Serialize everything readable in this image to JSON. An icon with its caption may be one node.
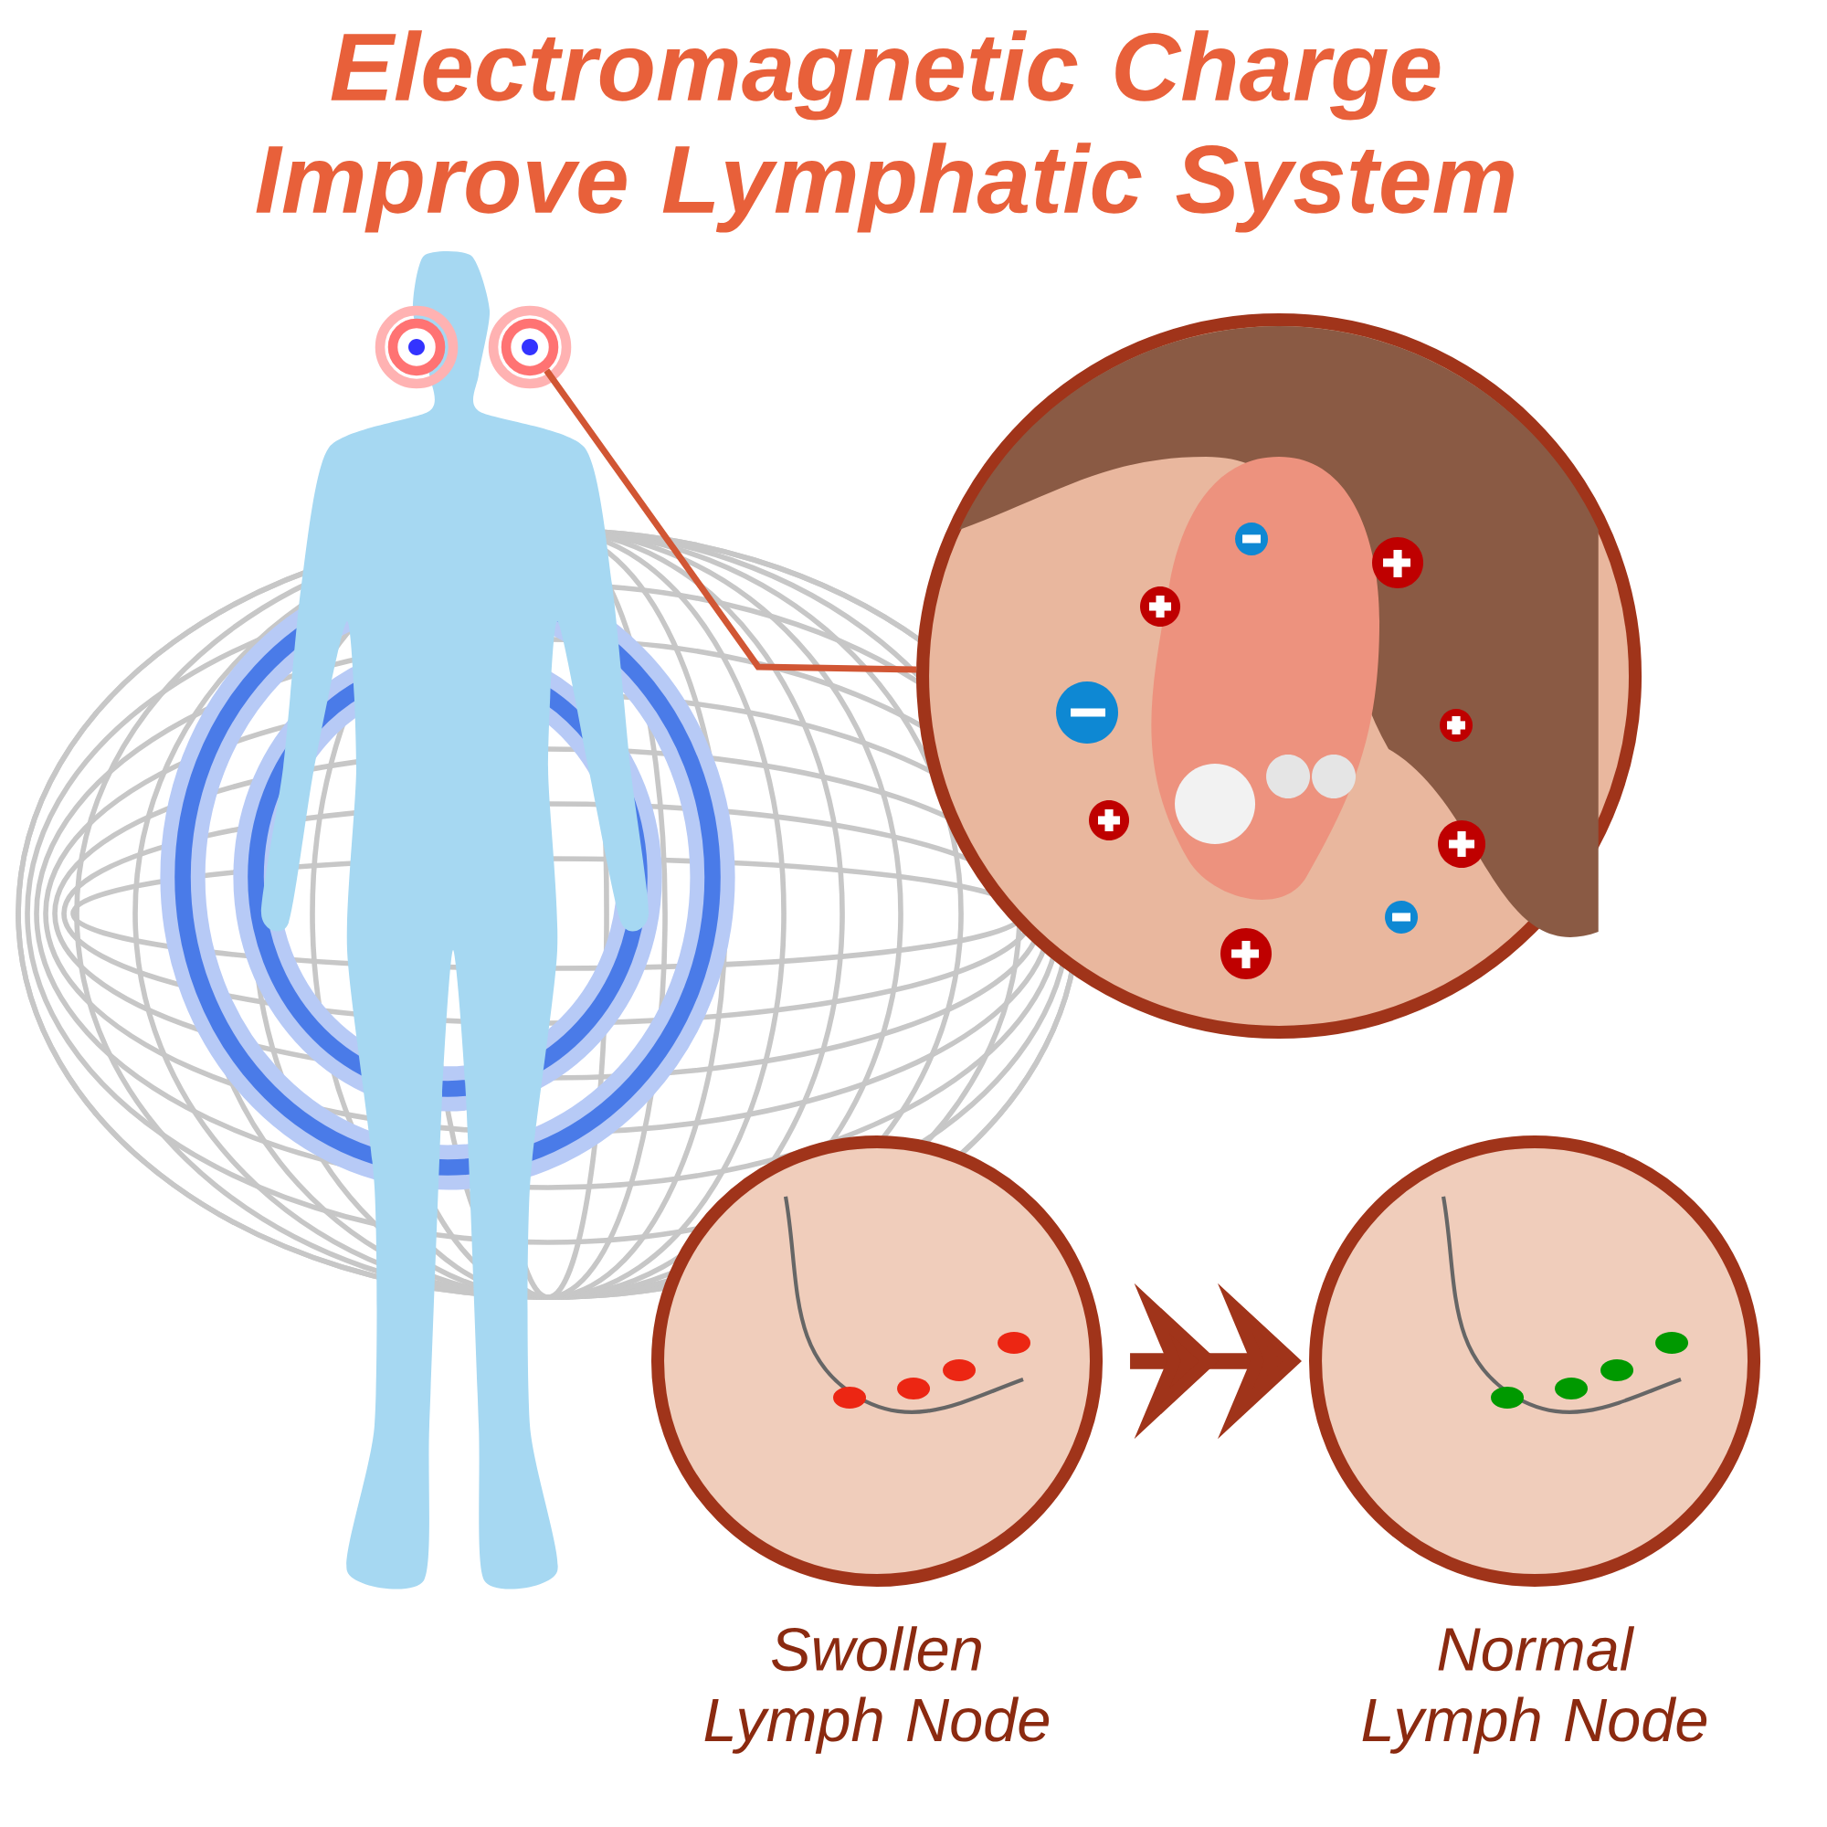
{
  "diagram": {
    "title": "Electromagnetic Charge Improve Lymphatic System",
    "nodes": [
      {
        "text": [],
        "shape": "circle"
      },
      {
        "text": [],
        "shape": "circle"
      },
      {
        "text": [],
        "shape": "picture"
      },
      {
        "text": [
          "Swollen Lymph Node"
        ]
      },
      {
        "text": [
          "Normal Lymph Node"
        ]
      }
    ],
    "edges": [
      {
        "from": 1,
        "to": 2,
        "arrow": "none"
      },
      {
        "from": 3,
        "to": 4,
        "arrow": "to",
        "style": "thick"
      }
    ]
  }
}
